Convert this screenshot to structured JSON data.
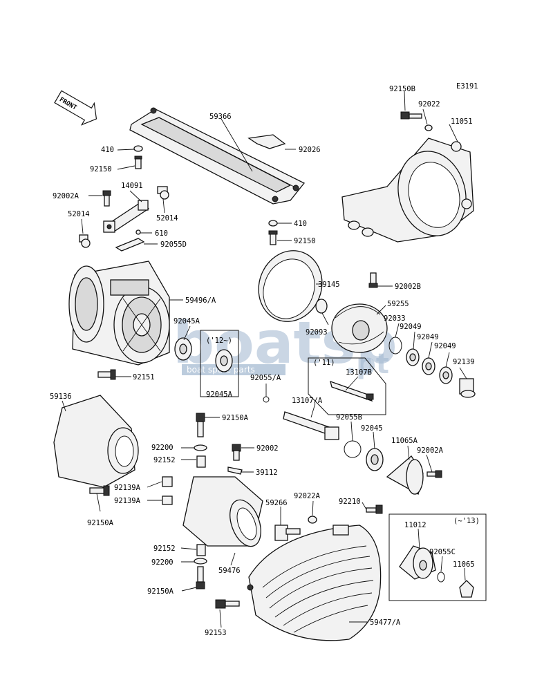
{
  "diagram": {
    "code": "E3191",
    "front_label": "FRONT",
    "watermark": {
      "brand": "boatsp",
      "suffix": ".pt",
      "tagline": "boat spare parts"
    },
    "parts": {
      "p92150B": "92150B",
      "p92022_top": "92022",
      "p11051": "11051",
      "p59366": "59366",
      "p410_top": "410",
      "p92026": "92026",
      "p92150_top": "92150",
      "p92002A_top": "92002A",
      "p14091": "14091",
      "p52014_right": "52014",
      "p52014_left": "52014",
      "p610": "610",
      "p92055D": "92055D",
      "p410_mid": "410",
      "p92150_mid": "92150",
      "p39145": "39145",
      "p92002B": "92002B",
      "p59496A": "59496/A",
      "p59255": "59255",
      "p92045A_left": "92045A",
      "p12_note": "('12~)",
      "p92033": "92033",
      "p92049_a": "92049",
      "p92093": "92093",
      "p92049_b": "92049",
      "p92049_c": "92049",
      "p11_note": "('11)",
      "p92139": "92139",
      "p92151": "92151",
      "p13107B": "13107B",
      "p92055A": "92055/A",
      "p92045A_box": "92045A",
      "p59136": "59136",
      "p13107A": "13107/A",
      "p92150A_mid": "92150A",
      "p92055B": "92055B",
      "p92045": "92045",
      "p11065A": "11065A",
      "p92200_top": "92200",
      "p92002": "92002",
      "p92002A_right": "92002A",
      "p92152_top": "92152",
      "p39112": "39112",
      "p92139A_a": "92139A",
      "p92139A_b": "92139A",
      "p92022A": "92022A",
      "p92210": "92210",
      "p59266": "59266",
      "p92150A_left": "92150A",
      "p11012": "11012",
      "p13_note": "(~'13)",
      "p92055C": "92055C",
      "p92152_bot": "92152",
      "p11065": "11065",
      "p92200_bot": "92200",
      "p59476": "59476",
      "p92150A_bot": "92150A",
      "p92153": "92153",
      "p59477A": "59477/A"
    }
  }
}
